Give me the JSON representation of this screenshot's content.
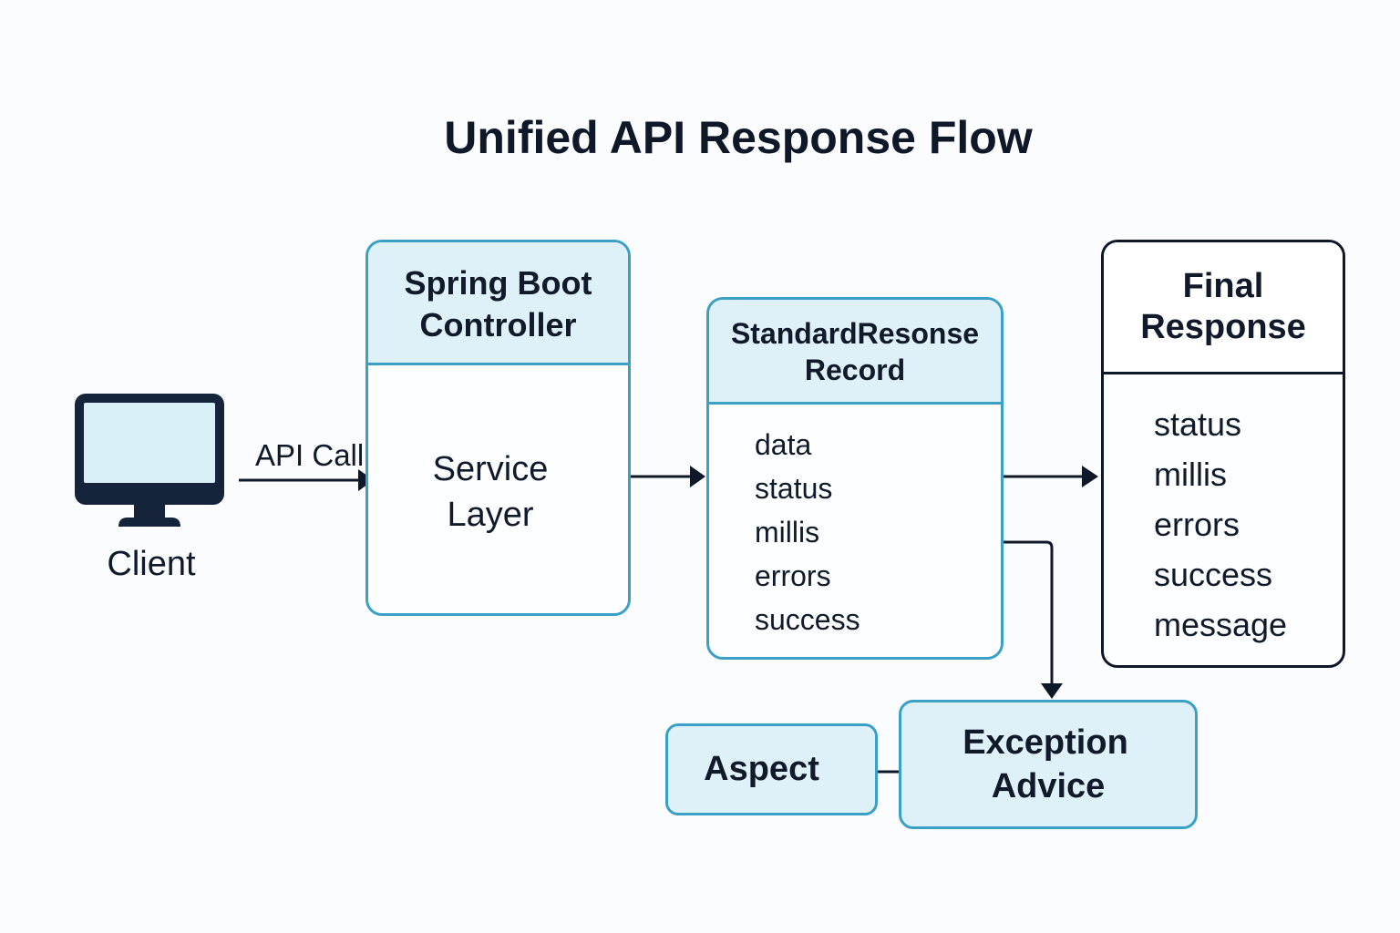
{
  "title": "Unified API Response Flow",
  "client": {
    "label": "Client",
    "icon": "monitor-icon"
  },
  "edges": {
    "client_to_controller": "API Call"
  },
  "controller": {
    "header_lines": [
      "Spring Boot",
      "Controller"
    ],
    "body_lines": [
      "Service",
      "Layer"
    ]
  },
  "standard_response": {
    "header_lines": [
      "StandardResonse",
      "Record"
    ],
    "fields": [
      "data",
      "status",
      "millis",
      "errors",
      "success"
    ]
  },
  "final_response": {
    "header_lines": [
      "Final",
      "Response"
    ],
    "fields": [
      "status",
      "millis",
      "errors",
      "success",
      "message"
    ]
  },
  "aspect": {
    "label": "Aspect"
  },
  "exception_advice": {
    "header_lines": [
      "Exception",
      "Advice"
    ]
  },
  "colors": {
    "accent_border": "#3aa0c6",
    "accent_fill": "#dff1f8",
    "ink": "#0f1829"
  }
}
